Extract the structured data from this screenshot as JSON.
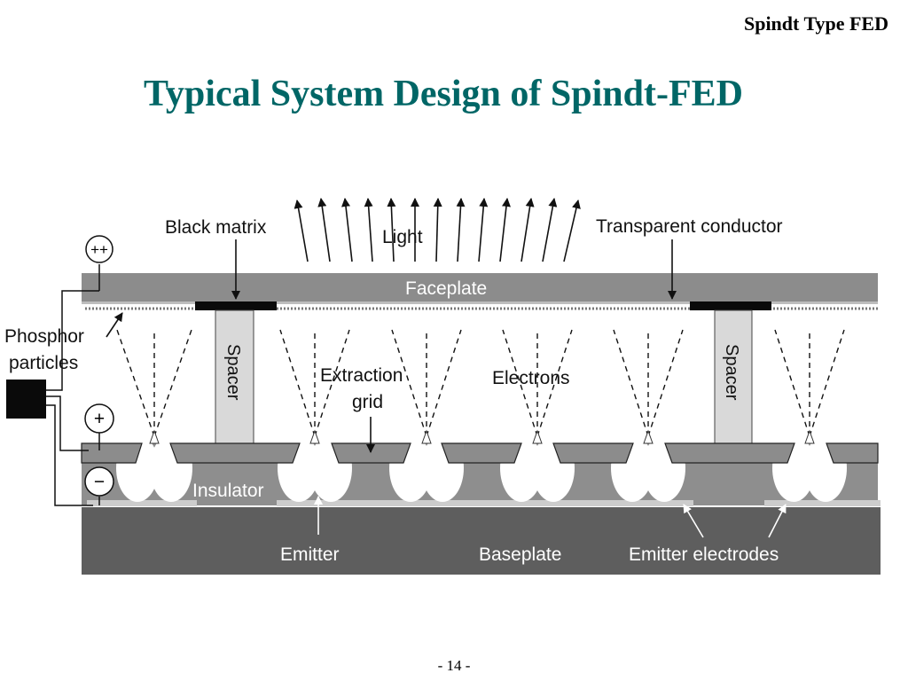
{
  "header": {
    "section_label": "Spindt Type FED"
  },
  "slide": {
    "title": "Typical System Design of Spindt-FED",
    "page_number": "- 14 -"
  },
  "diagram": {
    "labels": {
      "black_matrix": "Black matrix",
      "light": "Light",
      "transparent_conductor": "Transparent conductor",
      "faceplate": "Faceplate",
      "phosphor_line1": "Phosphor",
      "phosphor_line2": "particles",
      "spacer": "Spacer",
      "extraction_line1": "Extraction",
      "extraction_line2": "grid",
      "electrons": "Electrons",
      "insulator": "Insulator",
      "emitter": "Emitter",
      "baseplate": "Baseplate",
      "emitter_electrodes": "Emitter electrodes",
      "plus_plus": "++",
      "plus": "+",
      "minus": "−"
    },
    "colors": {
      "title": "#006666",
      "faceplate": "#8c8c8c",
      "baseplate": "#5e5e5e",
      "insulator": "#8e8e8e",
      "grid": "#8c8c8c",
      "spacer": "#d9d9d9",
      "black_matrix": "#0a0a0a",
      "electrode": "#cccccc"
    }
  }
}
